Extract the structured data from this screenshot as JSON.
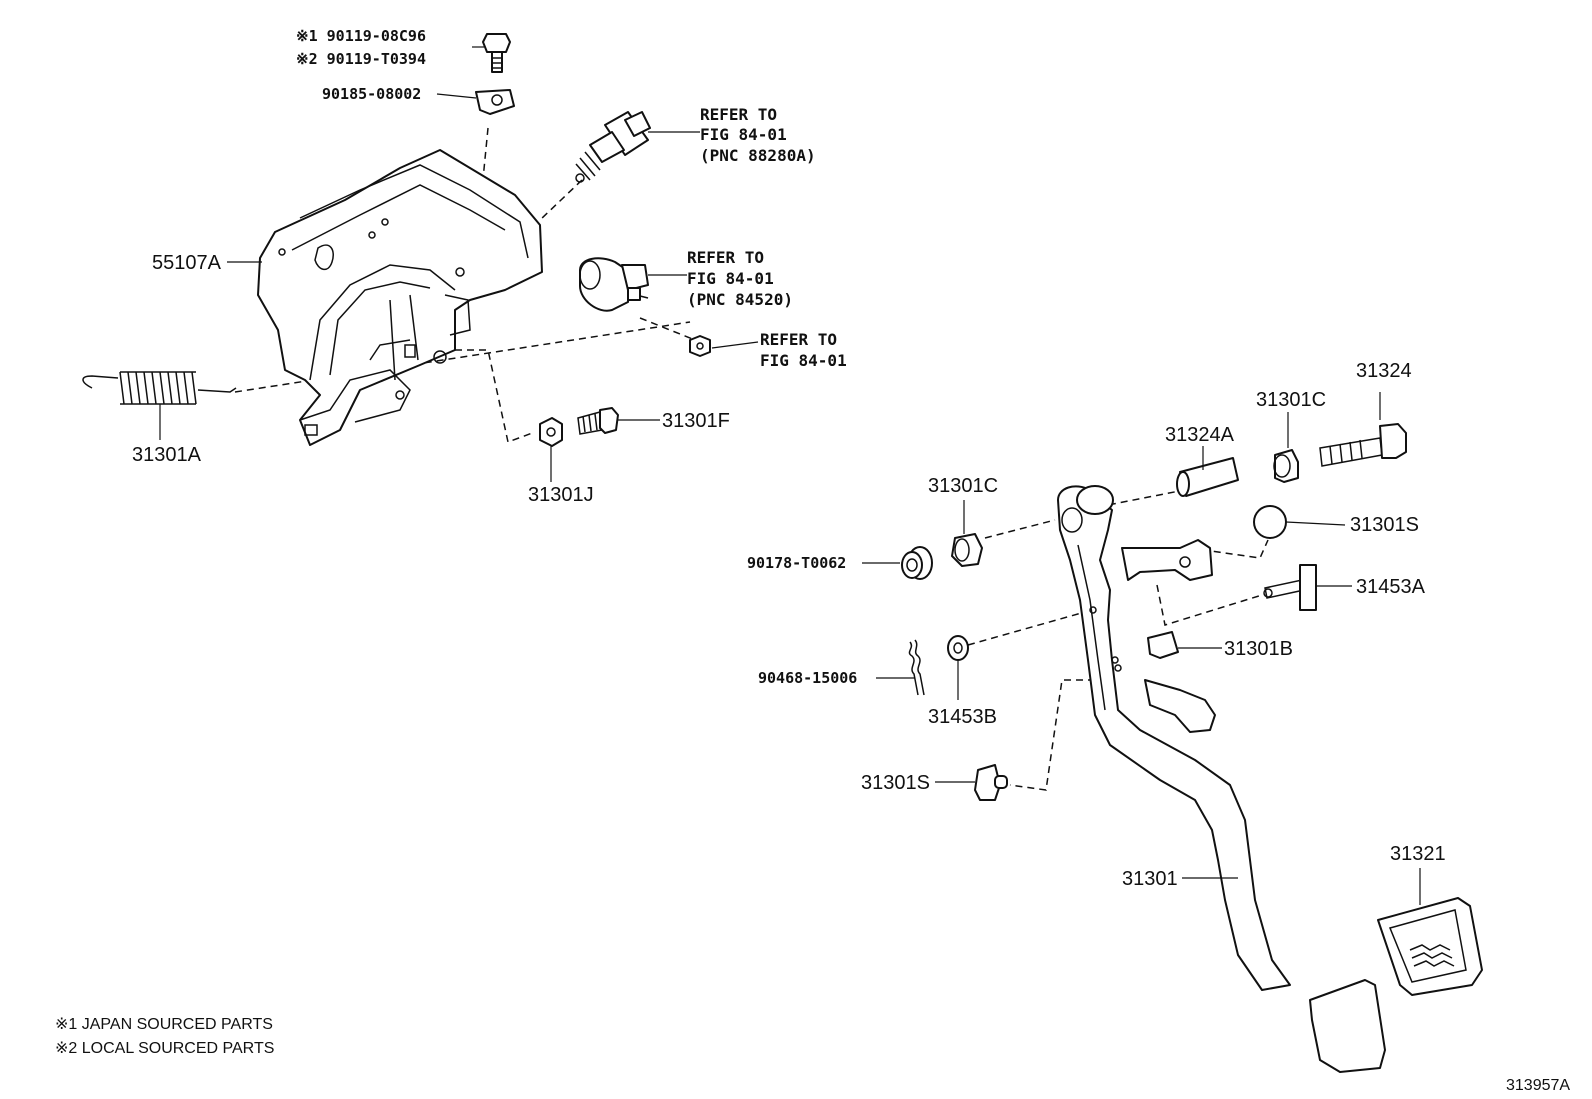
{
  "labels": {
    "l_90119_08c96": "※1 90119-08C96",
    "l_90119_t0394": "※2 90119-T0394",
    "l_90185_08002": "90185-08002",
    "l_55107a": "55107A",
    "l_31301a": "31301A",
    "l_31301f": "31301F",
    "l_31301j": "31301J",
    "l_31324": "31324",
    "l_31301c_top": "31301C",
    "l_31324a": "31324A",
    "l_31301c_mid": "31301C",
    "l_31301s_top": "31301S",
    "l_90178_t0062": "90178-T0062",
    "l_31453a": "31453A",
    "l_31301b": "31301B",
    "l_90468_15006": "90468-15006",
    "l_31453b": "31453B",
    "l_31301s_low": "31301S",
    "l_31301": "31301",
    "l_31321": "31321"
  },
  "refs": {
    "ref1": {
      "line1": "REFER TO",
      "line2": "FIG 84-01",
      "line3": "(PNC 88280A)"
    },
    "ref2": {
      "line1": "REFER TO",
      "line2": "FIG 84-01",
      "line3": "(PNC 84520)"
    },
    "ref3": {
      "line1": "REFER TO",
      "line2": "FIG 84-01"
    }
  },
  "notes": {
    "note1": "※1 JAPAN SOURCED PARTS",
    "note2": "※2 LOCAL SOURCED PARTS"
  },
  "figure_code": "313957A"
}
